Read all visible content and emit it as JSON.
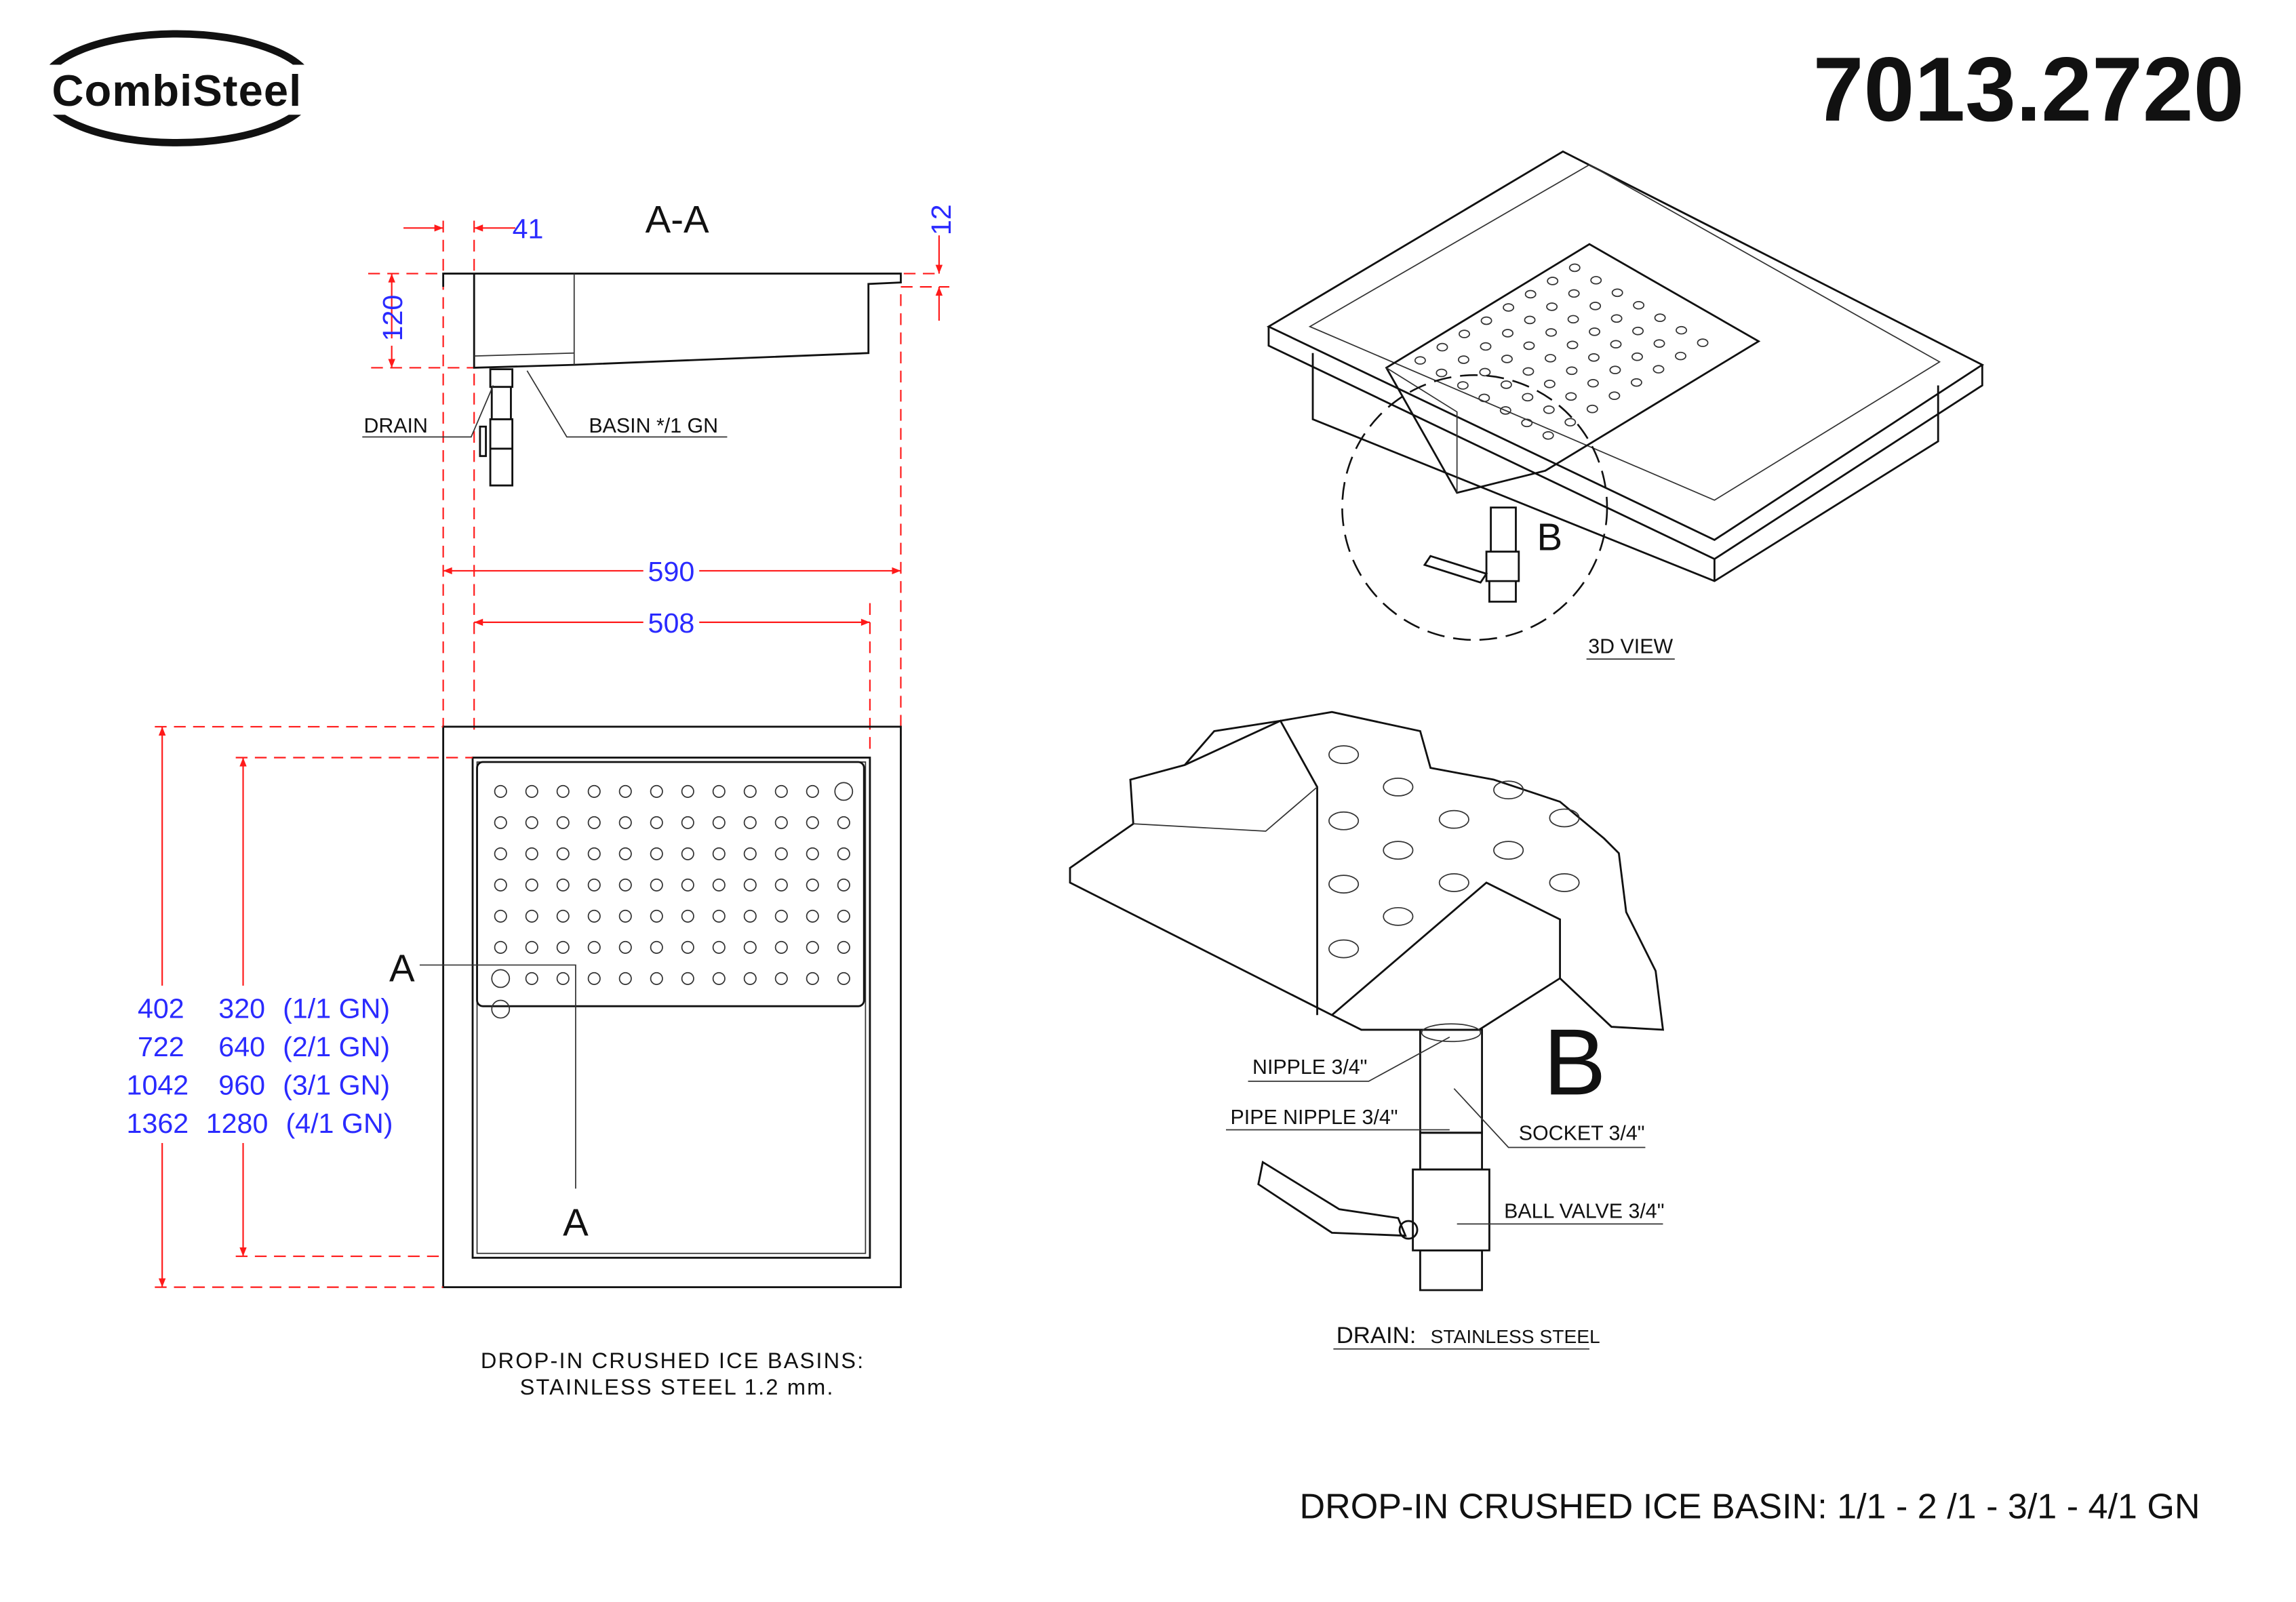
{
  "brand": {
    "logo_text": "CombiSteel"
  },
  "header": {
    "article_number": "7013.2720"
  },
  "section_view": {
    "title": "A-A",
    "dim_flange": "41",
    "dim_lip": "12",
    "dim_height": "120",
    "label_drain": "DRAIN",
    "label_basin": "BASIN */1 GN"
  },
  "top_view": {
    "dim_outer_width": "590",
    "dim_inner_width": "508",
    "section_marker_top": "A",
    "section_marker_bottom": "A",
    "size_table": [
      {
        "outer": "402",
        "inner": "320",
        "gn": "(1/1 GN)"
      },
      {
        "outer": "722",
        "inner": "640",
        "gn": "(2/1 GN)"
      },
      {
        "outer": "1042",
        "inner": "960",
        "gn": "(3/1 GN)"
      },
      {
        "outer": "1362",
        "inner": "1280",
        "gn": "(4/1 GN)"
      }
    ],
    "note_line1": "DROP-IN CRUSHED ICE BASINS:",
    "note_line2": "STAINLESS STEEL 1.2 mm."
  },
  "view_3d": {
    "detail_marker": "B",
    "caption": "3D VIEW"
  },
  "detail_b": {
    "marker": "B",
    "nipple": "NIPPLE 3/4\"",
    "pipe_nipple": "PIPE NIPPLE 3/4\"",
    "socket": "SOCKET 3/4\"",
    "ball_valve": "BALL VALVE 3/4\"",
    "caption_bold": "DRAIN:",
    "caption_rest": "STAINLESS STEEL"
  },
  "footer": {
    "title": "DROP-IN CRUSHED ICE BASIN:  1/1 - 2 /1 - 3/1 - 4/1 GN"
  },
  "colors": {
    "dimension": "#ff1a1a",
    "dimension_text": "#2a2aff",
    "line": "#111111"
  }
}
